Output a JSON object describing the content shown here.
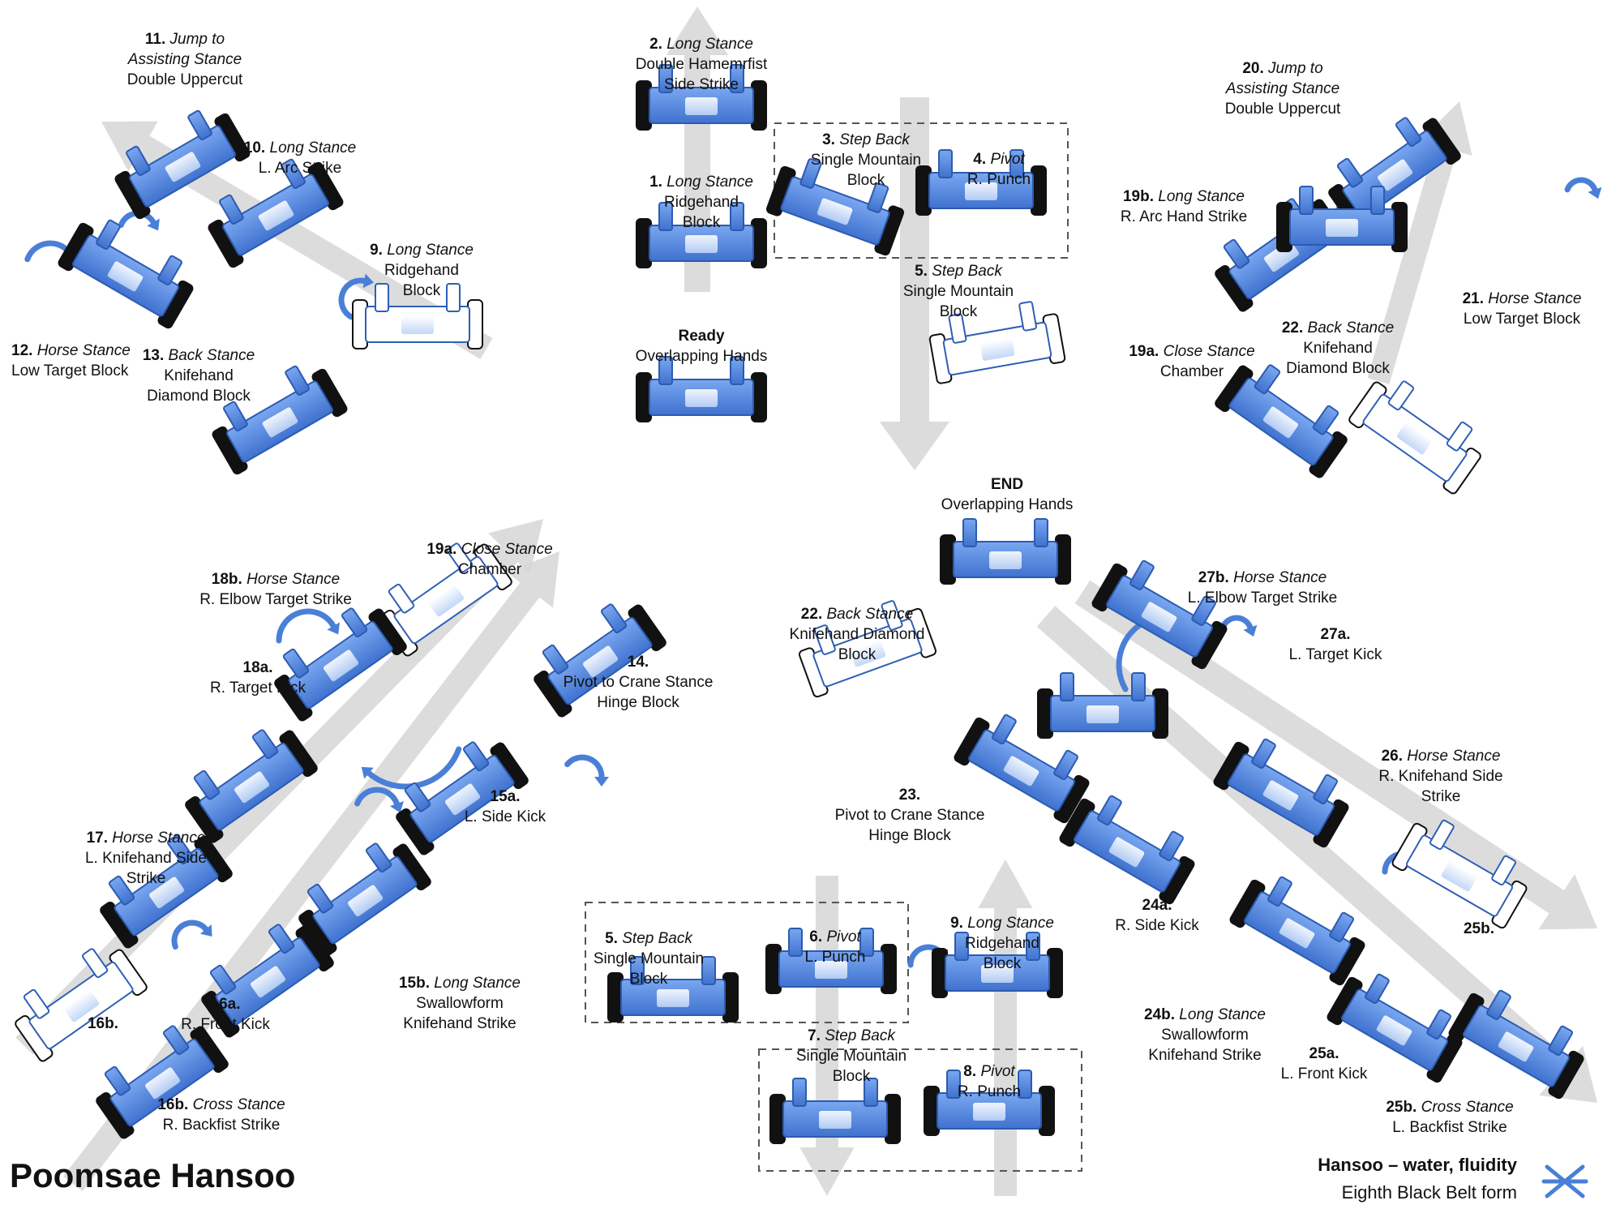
{
  "title": "Poomsae Hansoo",
  "legend": {
    "line1": "Hansoo – water, fluidity",
    "line2": "Eighth Black Belt form"
  },
  "colors": {
    "body": "#5b8fe6",
    "body_dark": "#3a6bc4",
    "foot": "#111111",
    "arrow": "#d9d9d9",
    "outline": "#2e5fb5"
  },
  "icons": [
    "figure-icon",
    "path-arrow-icon",
    "turn-arrow-icon",
    "hansoo-symbol-icon"
  ],
  "steps": [
    {
      "id": "s11",
      "num": "11.",
      "stance": "Jump to",
      "rest": [
        "Assisting Stance",
        "Double Uppercut"
      ]
    },
    {
      "id": "s10",
      "num": "10.",
      "stance": "Long Stance",
      "rest": [
        "L. Arc Strike"
      ]
    },
    {
      "id": "s9a",
      "num": "9.",
      "stance": "Long Stance",
      "rest": [
        "Ridgehand",
        "Block"
      ]
    },
    {
      "id": "s12",
      "num": "12.",
      "stance": "Horse Stance",
      "rest": [
        "Low Target Block"
      ]
    },
    {
      "id": "s13",
      "num": "13.",
      "stance": "Back Stance",
      "rest": [
        "Knifehand",
        "Diamond Block"
      ]
    },
    {
      "id": "s2",
      "num": "2.",
      "stance": "Long Stance",
      "rest": [
        "Double Hamemrfist",
        "Side Strike"
      ]
    },
    {
      "id": "s1",
      "num": "1.",
      "stance": "Long Stance",
      "rest": [
        "Ridgehand",
        "Block"
      ]
    },
    {
      "id": "ready",
      "num": "Ready",
      "stance": "",
      "rest": [
        "Overlapping Hands"
      ]
    },
    {
      "id": "s3",
      "num": "3.",
      "stance": "Step Back",
      "rest": [
        "Single Mountain",
        "Block"
      ]
    },
    {
      "id": "s4",
      "num": "4.",
      "stance": "Pivot",
      "rest": [
        "R. Punch"
      ]
    },
    {
      "id": "s5a",
      "num": "5.",
      "stance": "Step Back",
      "rest": [
        "Single Mountain",
        "Block"
      ]
    },
    {
      "id": "end",
      "num": "END",
      "stance": "",
      "rest": [
        "Overlapping Hands"
      ]
    },
    {
      "id": "s20",
      "num": "20.",
      "stance": "Jump to",
      "rest": [
        "Assisting Stance",
        "Double Uppercut"
      ]
    },
    {
      "id": "s19b",
      "num": "19b.",
      "stance": "Long Stance",
      "rest": [
        "R. Arc Hand Strike"
      ]
    },
    {
      "id": "s21",
      "num": "21.",
      "stance": "Horse Stance",
      "rest": [
        "Low Target Block"
      ]
    },
    {
      "id": "s22a",
      "num": "22.",
      "stance": "Back Stance",
      "rest": [
        "Knifehand",
        "Diamond Block"
      ]
    },
    {
      "id": "s19a1",
      "num": "19a.",
      "stance": "Close Stance",
      "rest": [
        "Chamber"
      ]
    },
    {
      "id": "s19a2",
      "num": "19a.",
      "stance": "Close Stance",
      "rest": [
        "Chamber"
      ]
    },
    {
      "id": "s18b",
      "num": "18b.",
      "stance": "Horse Stance",
      "rest": [
        "R. Elbow Target Strike"
      ]
    },
    {
      "id": "s18a",
      "num": "18a.",
      "stance": "",
      "rest": [
        "R. Target Kick"
      ]
    },
    {
      "id": "s14",
      "num": "14.",
      "stance": "",
      "rest": [
        "Pivot to Crane Stance",
        "Hinge Block"
      ]
    },
    {
      "id": "s15a",
      "num": "15a.",
      "stance": "",
      "rest": [
        "L. Side Kick"
      ]
    },
    {
      "id": "s17",
      "num": "17.",
      "stance": "Horse Stance",
      "rest": [
        "L. Knifehand Side",
        "Strike"
      ]
    },
    {
      "id": "s15b",
      "num": "15b.",
      "stance": "Long Stance",
      "rest": [
        "Swallowform",
        "Knifehand Strike"
      ]
    },
    {
      "id": "s16a",
      "num": "16a.",
      "stance": "",
      "rest": [
        "R. Front Kick"
      ]
    },
    {
      "id": "s16b1",
      "num": "16b.",
      "stance": "",
      "rest": []
    },
    {
      "id": "s16b2",
      "num": "16b.",
      "stance": "Cross Stance",
      "rest": [
        "R. Backfist Strike"
      ]
    },
    {
      "id": "s22b",
      "num": "22.",
      "stance": "Back Stance",
      "rest": [
        "Knifehand Diamond",
        "Block"
      ]
    },
    {
      "id": "s23",
      "num": "23.",
      "stance": "",
      "rest": [
        "Pivot to Crane Stance",
        "Hinge Block"
      ]
    },
    {
      "id": "s27b",
      "num": "27b.",
      "stance": "Horse Stance",
      "rest": [
        "L. Elbow Target Strike"
      ]
    },
    {
      "id": "s27a",
      "num": "27a.",
      "stance": "",
      "rest": [
        "L. Target Kick"
      ]
    },
    {
      "id": "s26",
      "num": "26.",
      "stance": "Horse Stance",
      "rest": [
        "R. Knifehand Side",
        "Strike"
      ]
    },
    {
      "id": "s24a",
      "num": "24a.",
      "stance": "",
      "rest": [
        "R. Side Kick"
      ]
    },
    {
      "id": "s25b1",
      "num": "25b.",
      "stance": "",
      "rest": []
    },
    {
      "id": "s24b",
      "num": "24b.",
      "stance": "Long Stance",
      "rest": [
        "Swallowform",
        "Knifehand Strike"
      ]
    },
    {
      "id": "s25a",
      "num": "25a.",
      "stance": "",
      "rest": [
        "L. Front Kick"
      ]
    },
    {
      "id": "s25b2",
      "num": "25b.",
      "stance": "Cross Stance",
      "rest": [
        "L. Backfist Strike"
      ]
    },
    {
      "id": "s5b",
      "num": "5.",
      "stance": "Step Back",
      "rest": [
        "Single Mountain",
        "Block"
      ]
    },
    {
      "id": "s6",
      "num": "6.",
      "stance": "Pivot",
      "rest": [
        "L. Punch"
      ]
    },
    {
      "id": "s9b",
      "num": "9.",
      "stance": "Long Stance",
      "rest": [
        "Ridgehand",
        "Block"
      ]
    },
    {
      "id": "s7",
      "num": "7.",
      "stance": "Step Back",
      "rest": [
        "Single Mountain",
        "Block"
      ]
    },
    {
      "id": "s8",
      "num": "8.",
      "stance": "Pivot",
      "rest": [
        "R. Punch"
      ]
    }
  ]
}
